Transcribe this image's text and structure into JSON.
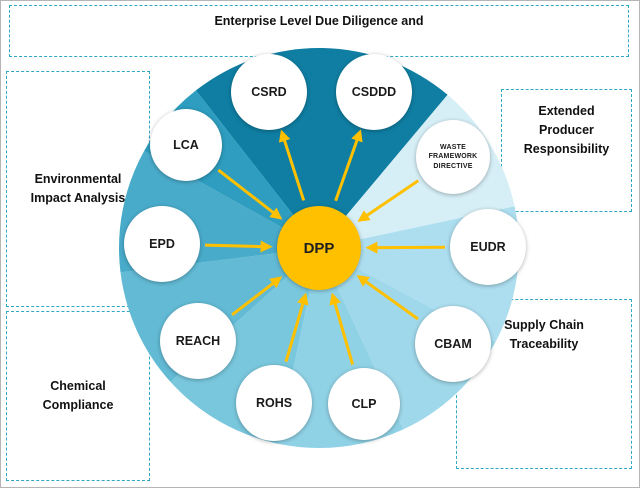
{
  "boxes": {
    "enterprise": {
      "label": "Enterprise Level Due Diligence and"
    },
    "environmental": {
      "label": "Environmental Impact Analysis"
    },
    "epr": {
      "label": "Extended Producer Responsibility"
    },
    "supply": {
      "label": "Supply Chain Traceability"
    },
    "chemical": {
      "label": "Chemical Compliance"
    }
  },
  "center": {
    "label": "DPP"
  },
  "nodes": {
    "csrd": {
      "label": "CSRD"
    },
    "csddd": {
      "label": "CSDDD"
    },
    "lca": {
      "label": "LCA"
    },
    "waste": {
      "label": "WASTE FRAMEWORK DIRECTIVE"
    },
    "epd": {
      "label": "EPD"
    },
    "eudr": {
      "label": "EUDR"
    },
    "reach": {
      "label": "REACH"
    },
    "cbam": {
      "label": "CBAM"
    },
    "rohs": {
      "label": "ROHS"
    },
    "clp": {
      "label": "CLP"
    }
  },
  "colors": {
    "arrow": "#FFC000",
    "center_fill": "#FFC000",
    "dashed_border": "#2FA8C5",
    "text": "#1A1A1A",
    "sectors": {
      "enterprise": "#0F7EA2",
      "waste": "#D6EEF6",
      "eudr": "#ACDEEF",
      "cbam": "#9FD8EA",
      "clp": "#8FD2E6",
      "rohs": "#79C7DD",
      "reach": "#62BAD4",
      "epd": "#49ABCA",
      "lca": "#2E9DBF"
    }
  }
}
